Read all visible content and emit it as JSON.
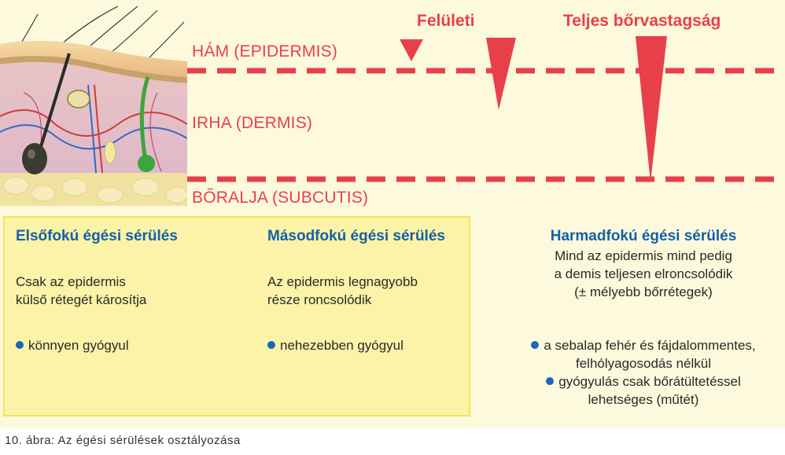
{
  "layers": {
    "epidermis": "HÁM (EPIDERMIS)",
    "dermis": "IRHA (DERMIS)",
    "subcutis": "BŐRALJA (SUBCUTIS)"
  },
  "depth_labels": {
    "superficial": "Felületi",
    "full": "Teljes bőrvastagság"
  },
  "degrees": {
    "first": {
      "title": "Elsőfokú égési sérülés",
      "desc": [
        "Csak az epidermis",
        "külső rétegét károsítja"
      ],
      "bullets": [
        "könnyen gyógyul"
      ]
    },
    "second": {
      "title": "Másodfokú égési sérülés",
      "desc": [
        "Az epidermis legnagyobb",
        "része roncsolódik"
      ],
      "bullets": [
        "nehezebben gyógyul"
      ]
    },
    "third": {
      "title": "Harmadfokú égési sérülés",
      "desc": [
        "Mind az epidermis mind pedig",
        "a demis teljesen elroncsolódik",
        "(± mélyebb bőrrétegek)"
      ],
      "bullets": [
        "a sebalap fehér és fájdalommentes,",
        "felhólyagosodás nélkül",
        "gyógyulás csak bőrátültetéssel",
        "lehetséges (műtét)"
      ]
    }
  },
  "caption": "10. ábra: Az égési sérülések osztályozása",
  "colors": {
    "accent_red": "#e8404a",
    "title_blue": "#1460a6",
    "box_fill": "#fbf3a7",
    "panel_fill": "#fdf9dc"
  }
}
